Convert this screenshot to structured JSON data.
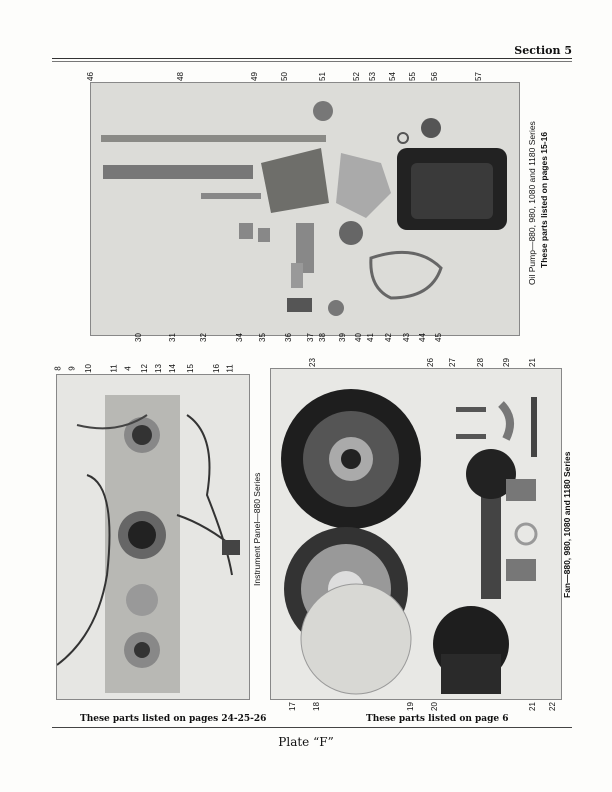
{
  "header": {
    "section": "Section 5"
  },
  "oil_pump": {
    "title": "Oil Pump—880, 980, 1080 and 1180 Series",
    "subtitle": "These parts listed on pages 15-16",
    "callouts_top": [
      "46",
      "48",
      "49",
      "50",
      "51",
      "52",
      "53",
      "54",
      "55",
      "56",
      "57"
    ],
    "callouts_bottom": [
      "30",
      "31",
      "32",
      "34",
      "35",
      "36",
      "37",
      "38",
      "39",
      "40",
      "41",
      "42",
      "43",
      "44",
      "45"
    ]
  },
  "instrument_panel": {
    "title": "Instrument Panel—880 Series",
    "caption": "These parts listed on pages 24-25-26",
    "callouts": [
      "8",
      "9",
      "10",
      "11",
      "4",
      "12",
      "13",
      "14",
      "15",
      "16",
      "11"
    ]
  },
  "fan": {
    "title": "Fan—880, 980, 1080 and 1180 Series",
    "caption": "These parts listed on page 6",
    "callouts_top": [
      "23",
      "26",
      "27",
      "28",
      "29",
      "21"
    ],
    "callouts_bottom": [
      "17",
      "18",
      "19",
      "20",
      "21",
      "22"
    ]
  },
  "footer": {
    "plate": "Plate “F”"
  }
}
